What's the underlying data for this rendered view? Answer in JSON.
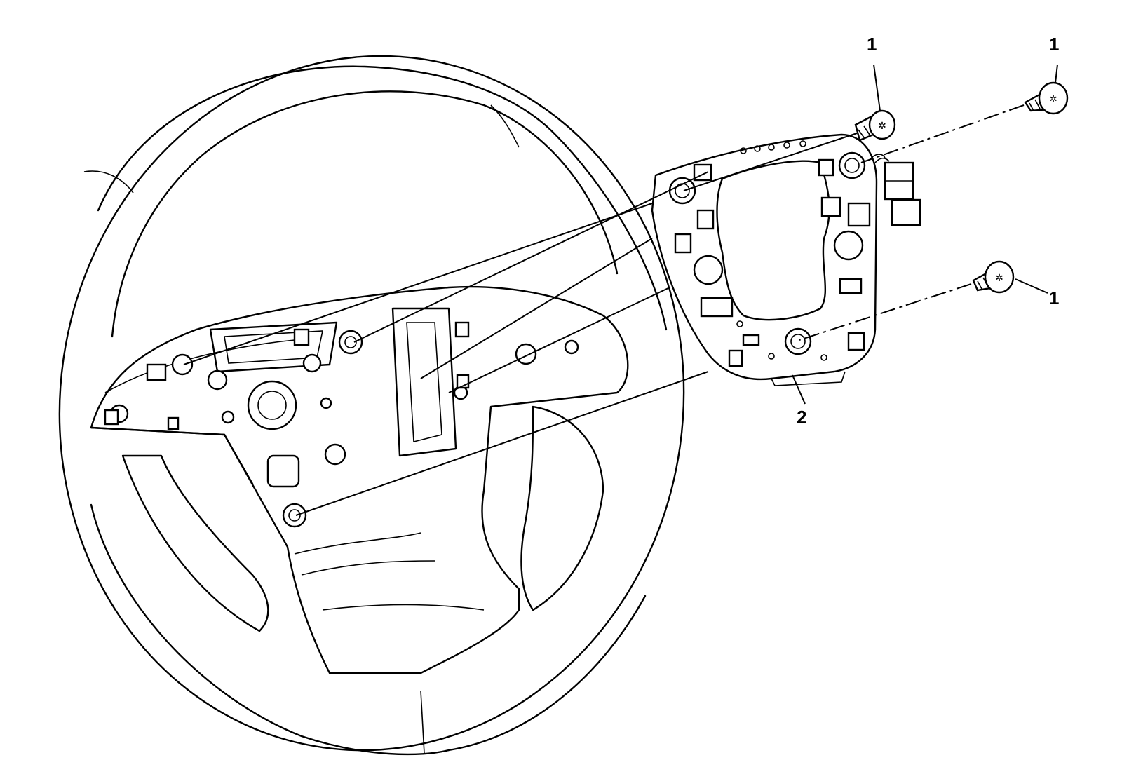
{
  "callouts": {
    "screw_top_left": "1",
    "screw_top_right": "1",
    "screw_right": "1",
    "switch_assembly": "2"
  }
}
